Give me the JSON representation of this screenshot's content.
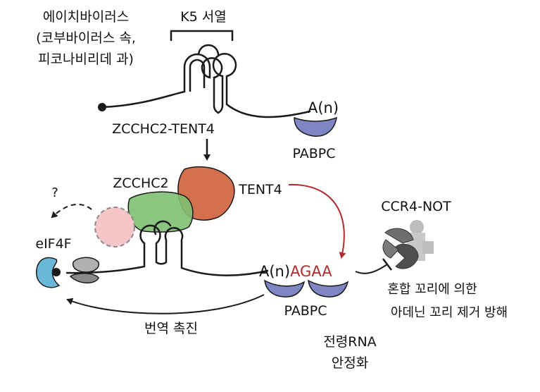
{
  "labels": {
    "virus_line1": "에이치바이러스",
    "virus_line2": "(코부바이러스 속,",
    "virus_line3": "피코나비리데 과)",
    "k5": "K5 서열",
    "polyA_top": "A(n)",
    "pabpc_top": "PABPC",
    "complex": "ZCCHC2-TENT4",
    "zcchc2": "ZCCHC2",
    "tent4": "TENT4",
    "question": "?",
    "eif4f": "eIF4F",
    "ccr4not": "CCR4-NOT",
    "tail_prefix": "A(n)",
    "tail_suffix": "AGAA",
    "pabpc_bottom": "PABPC",
    "inhibit_line1": "혼합 꼬리에 의한",
    "inhibit_line2": "아데닌 꼬리 제거 방해",
    "translation": "번역 촉진",
    "stab_line1": "전령RNA",
    "stab_line2": "안정화"
  },
  "colors": {
    "rna": "#1a1a1a",
    "pabpc": "#7f86c4",
    "tent4": "#d4704e",
    "zcchc2": "#7fbf72",
    "ghost": "#f4c6c8",
    "eif4f": "#6ab7d9",
    "ribosome": "#8a8a8a",
    "ccr4_dark": "#4e4e4e",
    "ccr4_light": "#bdbdbd",
    "accent_red": "#b22a2a"
  }
}
